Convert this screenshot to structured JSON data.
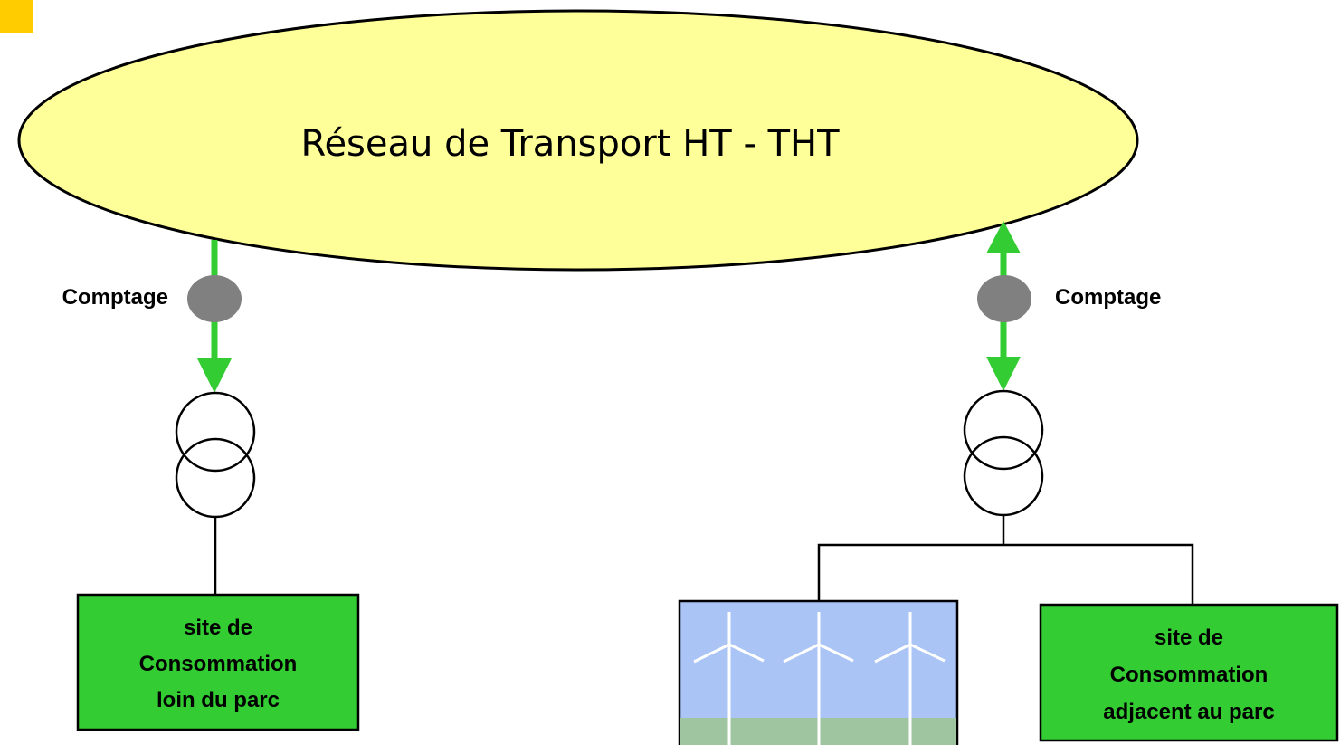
{
  "network": {
    "title": "Réseau de Transport HT - THT"
  },
  "left_branch": {
    "meter_label": "Comptage",
    "site_lines": [
      "site de",
      "Consommation",
      "loin du parc"
    ]
  },
  "right_branch": {
    "meter_label": "Comptage",
    "site_lines": [
      "site de",
      "Consommation",
      "adjacent au parc"
    ]
  },
  "colors": {
    "network_fill": "#ffff99",
    "arrow_green": "#33cc33",
    "box_green": "#33cc33",
    "meter_gray": "#808080",
    "corner_accent": "#ffcc00",
    "sky": "#a9c4f5",
    "ground": "#9fc4a0"
  },
  "icons": [
    "transformer-icon",
    "meter-icon",
    "wind-turbine-icon"
  ]
}
